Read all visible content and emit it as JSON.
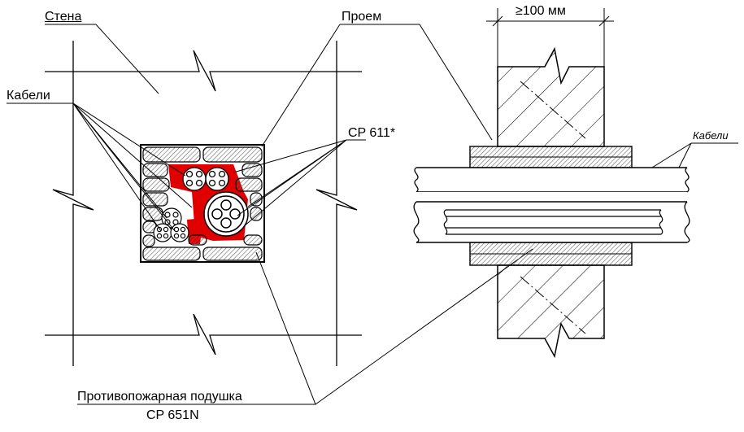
{
  "labels": {
    "wall": "Стена",
    "opening": "Проем",
    "dimension": "≥100 мм",
    "cables_left": "Кабели",
    "cables_right": "Кабели",
    "sealant": "CP 611*",
    "pillow_line1": "Противопожарная подушка",
    "pillow_line2": "CP 651N"
  },
  "colors": {
    "sealant": "#e00000",
    "hatch": "#555555",
    "line": "#000000"
  }
}
